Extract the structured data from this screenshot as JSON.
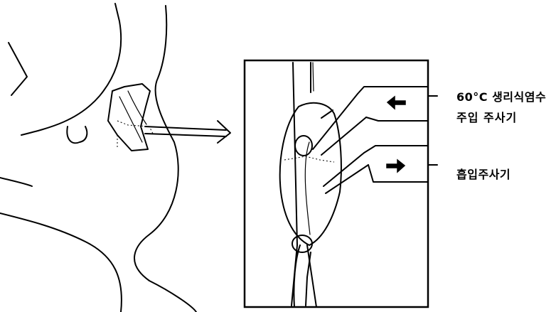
{
  "labels": {
    "injection_line1": "60°C 생리식염수",
    "injection_line2": "주입 주사기",
    "suction": "흡입주사기"
  }
}
